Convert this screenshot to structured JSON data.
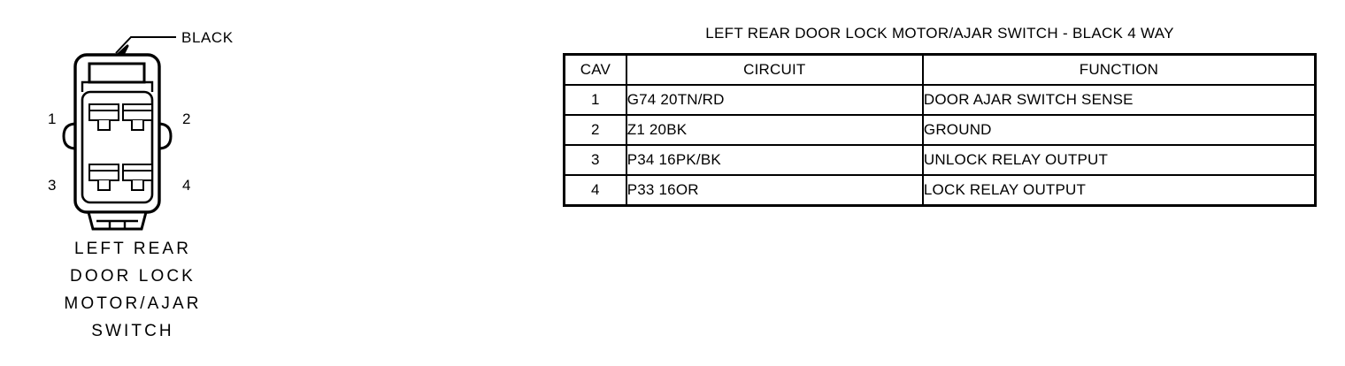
{
  "connector": {
    "color_callout": "BLACK",
    "pin_numbers": [
      "1",
      "2",
      "3",
      "4"
    ],
    "caption_lines": [
      "LEFT REAR",
      "DOOR LOCK",
      "MOTOR/AJAR",
      "SWITCH"
    ]
  },
  "pinout": {
    "title": "LEFT REAR DOOR LOCK MOTOR/AJAR SWITCH - BLACK 4 WAY",
    "columns": [
      "CAV",
      "CIRCUIT",
      "FUNCTION"
    ],
    "rows": [
      {
        "cav": "1",
        "circuit": "G74 20TN/RD",
        "function": "DOOR AJAR SWITCH SENSE"
      },
      {
        "cav": "2",
        "circuit": "Z1 20BK",
        "function": "GROUND"
      },
      {
        "cav": "3",
        "circuit": "P34 16PK/BK",
        "function": "UNLOCK RELAY OUTPUT"
      },
      {
        "cav": "4",
        "circuit": "P33 16OR",
        "function": "LOCK RELAY OUTPUT"
      }
    ]
  },
  "style": {
    "ink": "#000000",
    "paper": "#ffffff"
  }
}
